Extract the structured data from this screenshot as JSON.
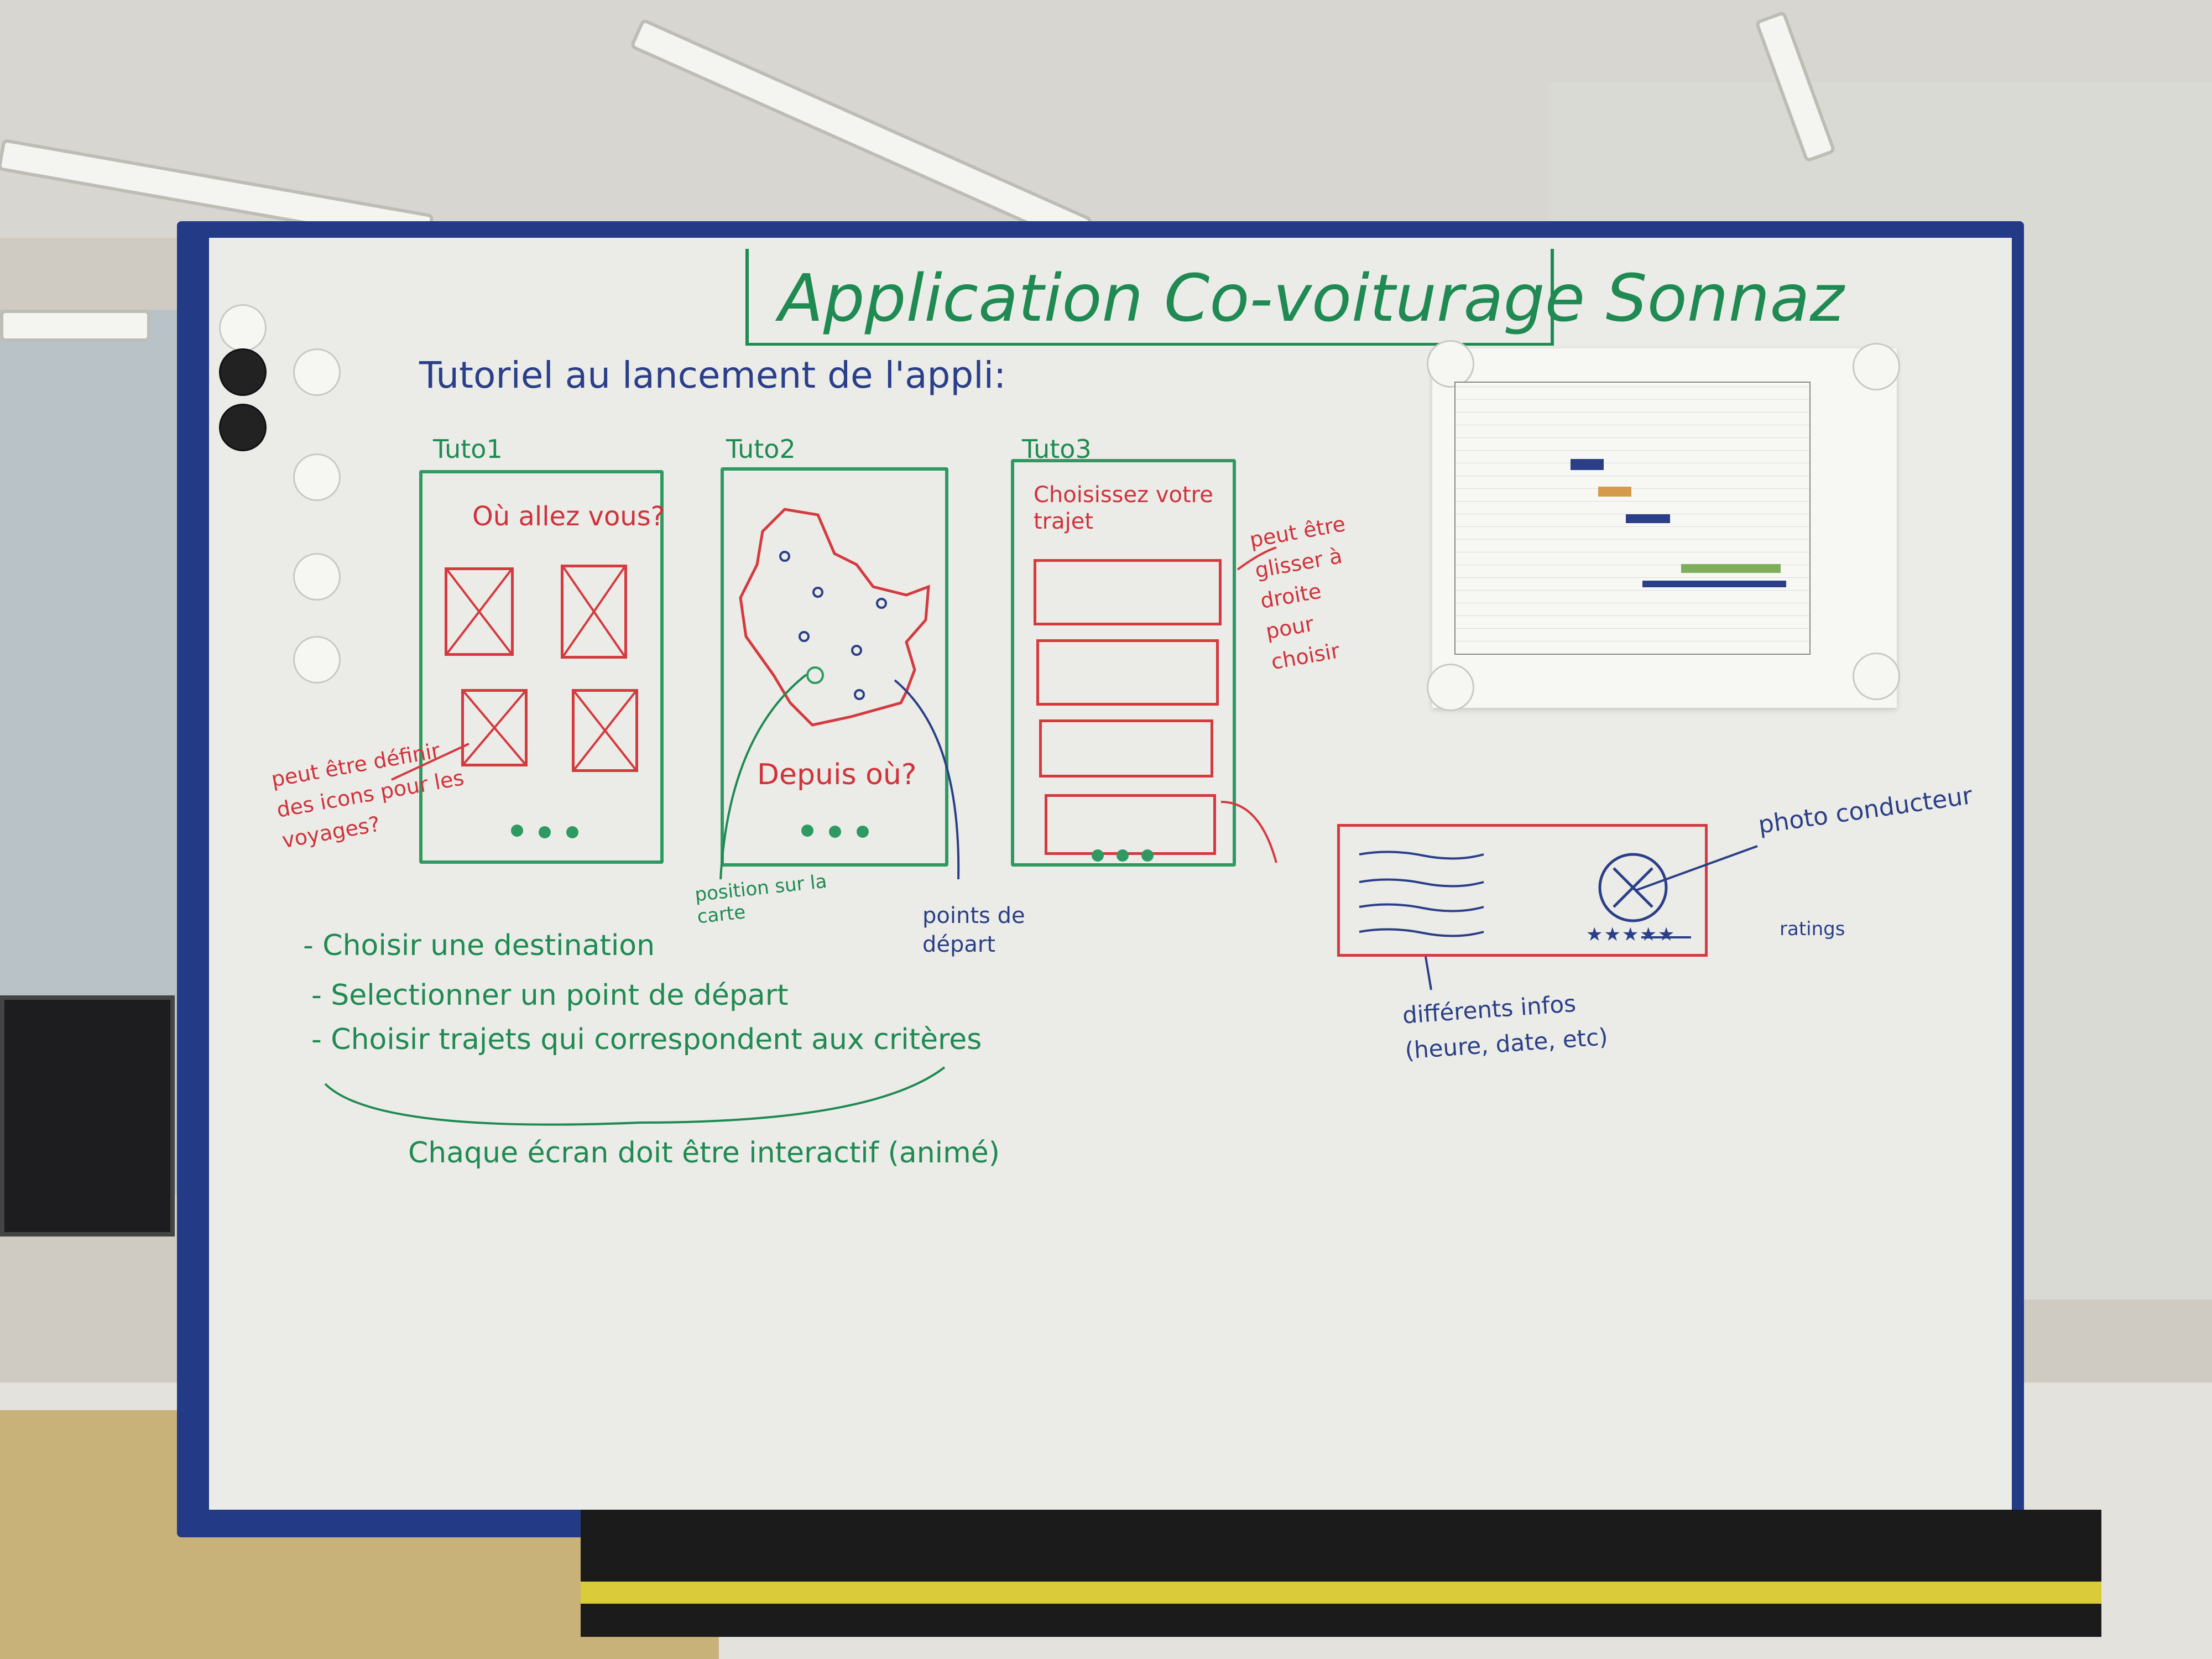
{
  "board": {
    "title": "Application Co-voiturage Sonnaz",
    "subtitle": "Tutoriel au lancement de l'appli:",
    "tutos": [
      {
        "label": "Tuto1",
        "question": "Où allez vous?"
      },
      {
        "label": "Tuto2",
        "question": "Depuis où?"
      },
      {
        "label": "Tuto3",
        "question": "Choisissez votre trajet"
      }
    ],
    "notes": {
      "icons_note": "peut être définir des icons pour les voyages?",
      "swipe_note": "peut être glisser à droite pour choisir",
      "map_position": "position sur la carte",
      "map_points": "points de départ",
      "photo": "photo conducteur",
      "ratings": "ratings",
      "infos": "différents infos (heure, date, etc)"
    },
    "steps": [
      "- Choisir une destination",
      "- Selectionner un point de départ",
      "- Choisir trajets qui correspondent aux critères"
    ],
    "conclusion": "Chaque écran doit être interactif (animé)"
  },
  "colors": {
    "green": "#1f8a52",
    "red": "#d0323a",
    "blue": "#2a3f87",
    "board": "#ebebe8",
    "frame": "#233b86"
  }
}
